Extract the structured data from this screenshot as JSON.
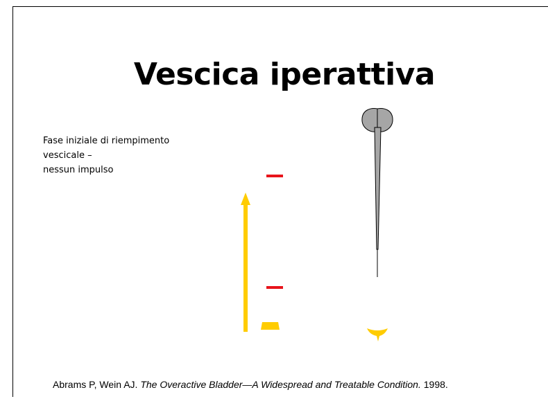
{
  "slide": {
    "title": "Vescica iperattiva",
    "description_lines": [
      "Fase iniziale di riempimento",
      "vescicale –",
      "nessun  impulso"
    ],
    "citation": {
      "authors": "Abrams P, Wein AJ. ",
      "work": "The Overactive Bladder—A Widespread and Treatable Condition.",
      "year": " 1998."
    }
  },
  "colors": {
    "arrow": "#FFCC00",
    "marker": "#E8141B",
    "brain": "#A6A6A6",
    "outline": "#000000"
  }
}
